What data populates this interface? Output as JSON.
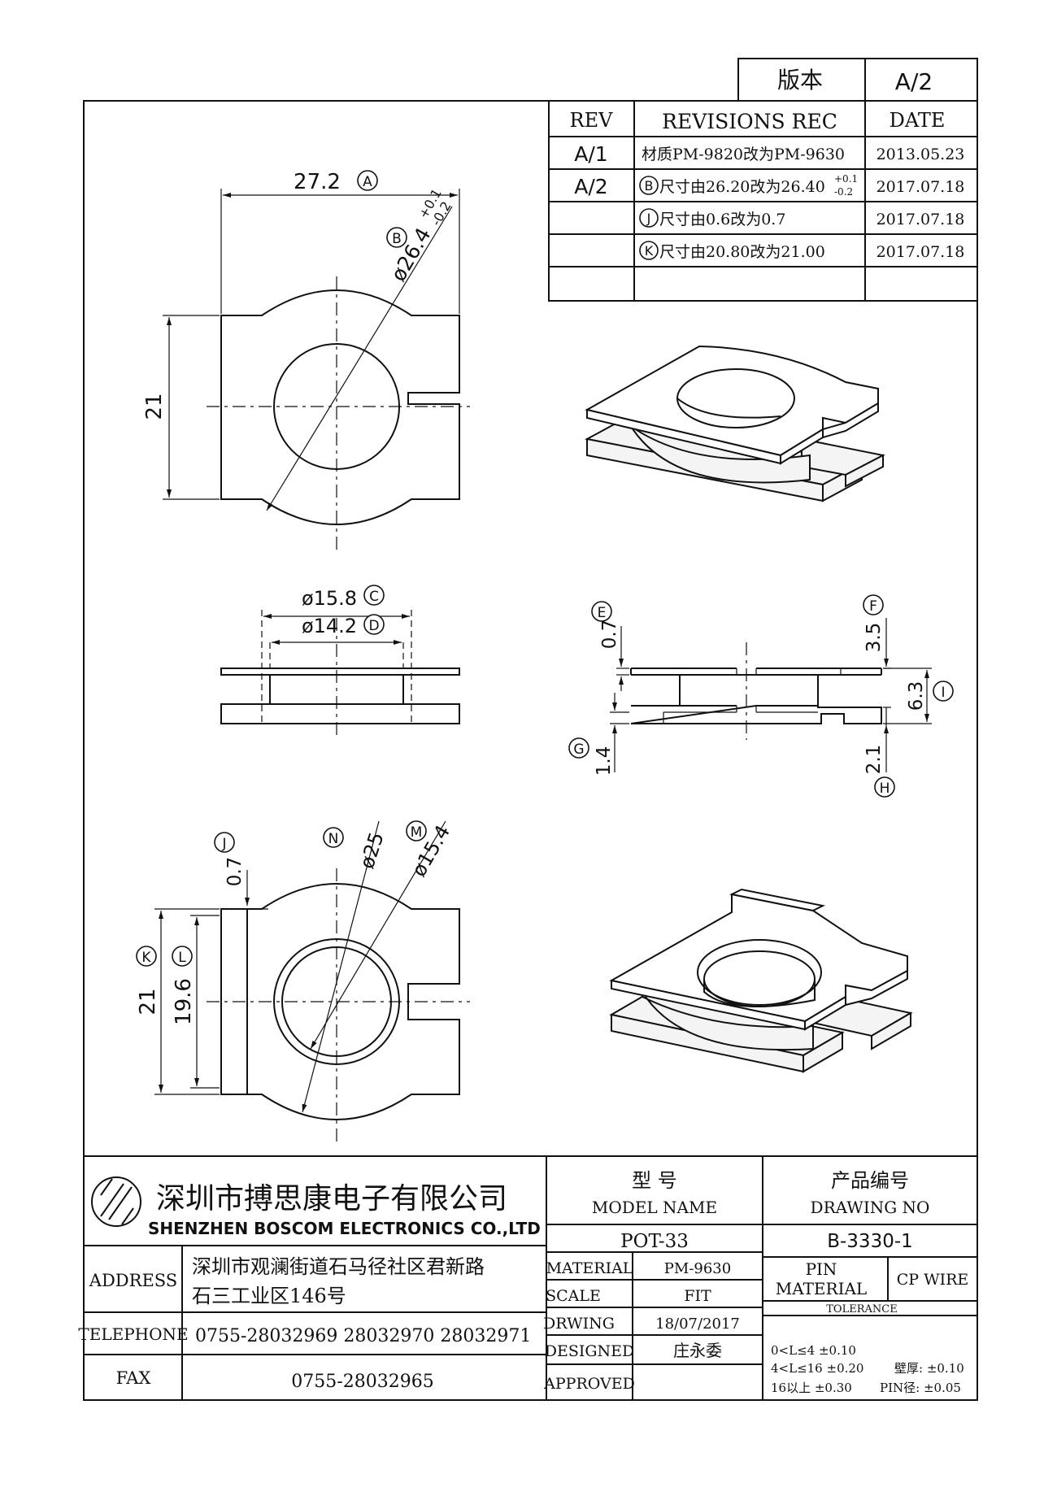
{
  "version": {
    "label": "版本",
    "value": "A/2"
  },
  "revisions": {
    "headers": {
      "rev": "REV",
      "rec": "REVISIONS REC",
      "date": "DATE"
    },
    "rows": [
      {
        "rev": "A/1",
        "mark": "",
        "text": "材质PM-9820改为PM-9630",
        "tol": "",
        "tol_up": "",
        "tol_dn": "",
        "date": "2013.05.23"
      },
      {
        "rev": "A/2",
        "mark": "B",
        "text": "尺寸由26.20改为26.40",
        "tol": "",
        "tol_up": "+0.1",
        "tol_dn": "-0.2",
        "date": "2017.07.18"
      },
      {
        "rev": "",
        "mark": "J",
        "text": "尺寸由0.6改为0.7",
        "tol": "",
        "tol_up": "",
        "tol_dn": "",
        "date": "2017.07.18"
      },
      {
        "rev": "",
        "mark": "K",
        "text": "尺寸由20.80改为21.00",
        "tol": "",
        "tol_up": "",
        "tol_dn": "",
        "date": "2017.07.18"
      }
    ]
  },
  "dims": {
    "A": {
      "mark": "A",
      "value": "27.2"
    },
    "B": {
      "mark": "B",
      "value": "ø26.4",
      "tol_up": "+0.1",
      "tol_dn": "-0.2"
    },
    "top_height": "21",
    "C": {
      "mark": "C",
      "value": "ø15.8"
    },
    "D": {
      "mark": "D",
      "value": "ø14.2"
    },
    "E": {
      "mark": "E",
      "value": "0.7"
    },
    "F": {
      "mark": "F",
      "value": "3.5"
    },
    "G": {
      "mark": "G",
      "value": "1.4"
    },
    "H": {
      "mark": "H",
      "value": "2.1"
    },
    "I": {
      "mark": "I",
      "value": "6.3"
    },
    "J": {
      "mark": "J",
      "value": "0.7"
    },
    "K": {
      "mark": "K",
      "value": "21"
    },
    "L": {
      "mark": "L",
      "value": "19.6"
    },
    "M": {
      "mark": "M",
      "value": "ø15.4"
    },
    "N": {
      "mark": "N",
      "value": "ø25"
    }
  },
  "company": {
    "name_cn": "深圳市搏思康电子有限公司",
    "name_en": "SHENZHEN BOSCOM ELECTRONICS CO.,LTD",
    "address_label": "ADDRESS",
    "address_line1": "深圳市观澜街道石马径社区君新路",
    "address_line2": "石三工业区146号",
    "telephone_label": "TELEPHONE",
    "telephone": "0755-28032969 28032970 28032971",
    "fax_label": "FAX",
    "fax": "0755-28032965"
  },
  "model": {
    "label_cn": "型    号",
    "label_en": "MODEL NAME",
    "value": "POT-33",
    "drawing_label_cn": "产品编号",
    "drawing_label_en": "DRAWING NO",
    "drawing_no": "B-3330-1"
  },
  "details": {
    "material_label": "MATERIAL",
    "material": "PM-9630",
    "scale_label": "SCALE",
    "scale": "FIT",
    "drawing_label": "DRWING",
    "drawing_date": "18/07/2017",
    "designed_label": "DESIGNED",
    "designed": "庄永委",
    "approved_label": "APPROVED",
    "approved": "",
    "pin_label": "PIN",
    "pin_material_label": "MATERIAL",
    "pin_material": "CP WIRE",
    "tolerance_label": "TOLERANCE",
    "tol_row1": "0<L≤4  ±0.10",
    "tol_row2": "4<L≤16  ±0.20",
    "tol_row2b": "壁厚:  ±0.10",
    "tol_row3": "16以上    ±0.30",
    "tol_row3b": "PIN径: ±0.05"
  }
}
